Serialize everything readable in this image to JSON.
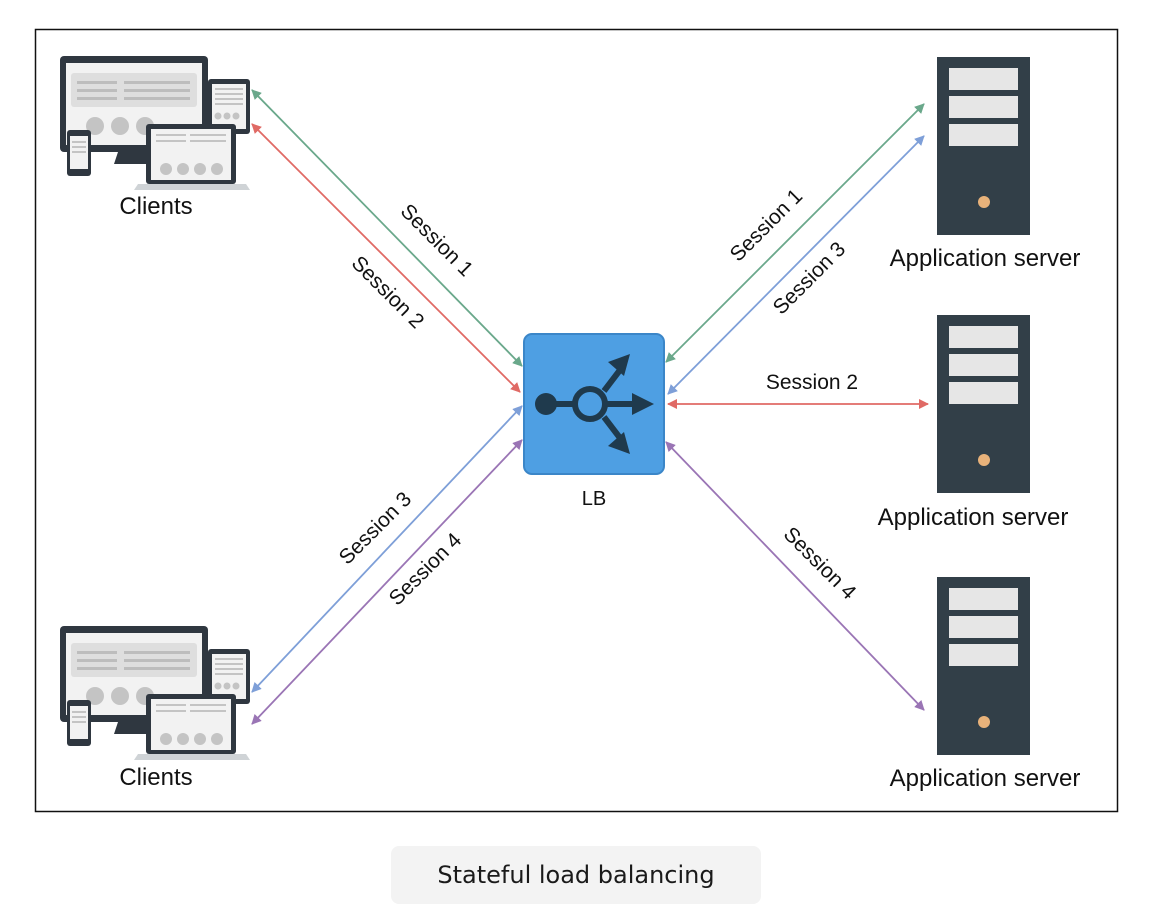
{
  "diagram": {
    "client_group_top_label": "Clients",
    "client_group_bottom_label": "Clients",
    "load_balancer_label": "LB",
    "server_top_label": "Application server",
    "server_middle_label": "Application server",
    "server_bottom_label": "Application server",
    "sessions": {
      "client_top_session_1": "Session 1",
      "client_top_session_2": "Session 2",
      "client_bottom_session_3": "Session 3",
      "client_bottom_session_4": "Session 4",
      "server_top_session_1": "Session 1",
      "server_top_session_3": "Session 3",
      "server_middle_session_2": "Session 2",
      "server_bottom_session_4": "Session 4"
    },
    "colors": {
      "session_1": "#6aa88b",
      "session_2": "#e06a65",
      "session_3": "#7e9fd8",
      "session_4": "#9a75b5",
      "load_balancer": "#4e9fe3",
      "server": "#323f48",
      "server_led": "#e8b27a"
    }
  },
  "caption": "Stateful load balancing"
}
